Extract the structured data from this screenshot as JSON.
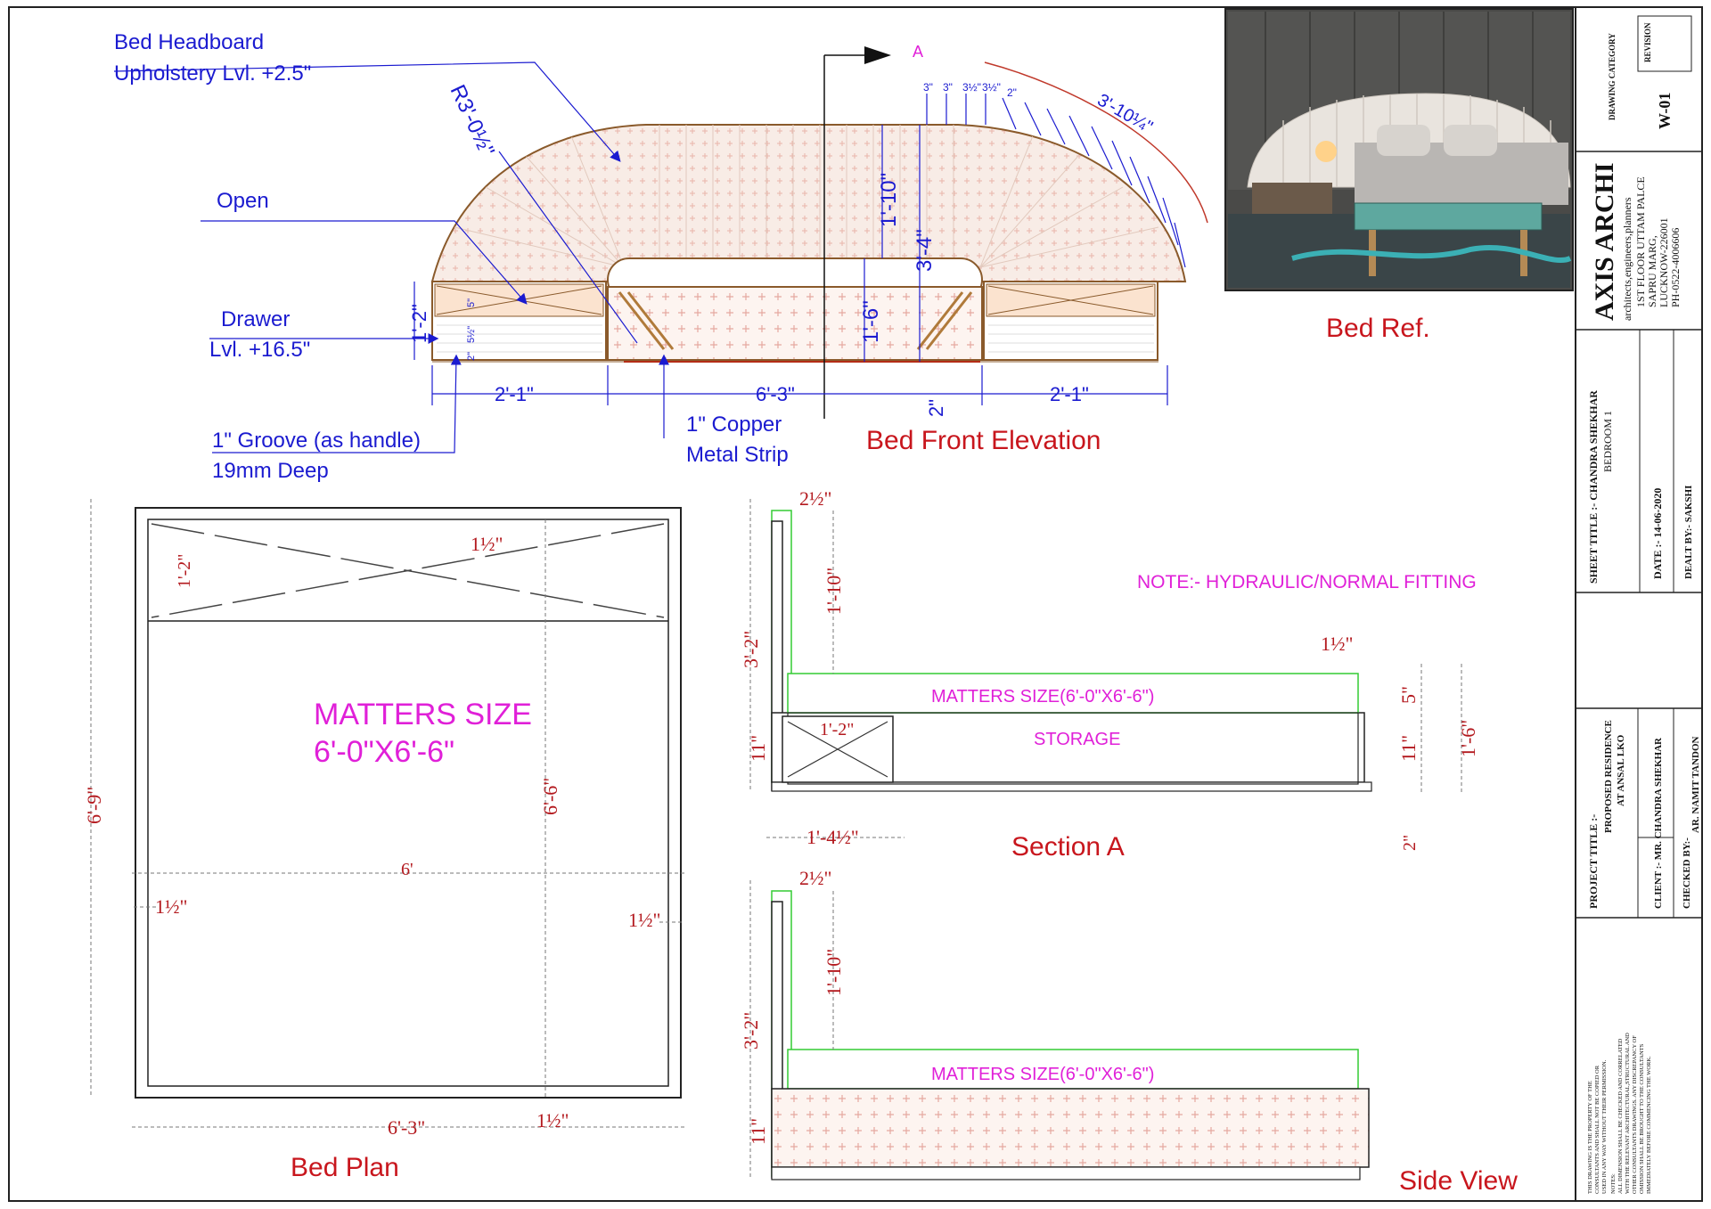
{
  "front_elevation": {
    "title": "Bed Front Elevation",
    "labels": {
      "headboard_line1": "Bed Headboard",
      "headboard_line2": "Upholstery Lvl. +2.5\"",
      "open": "Open",
      "drawer_line1": "Drawer",
      "drawer_line2": "Lvl. +16.5\"",
      "groove_line1": "1\" Groove (as handle)",
      "groove_line2": "19mm Deep",
      "copper_line1": "1\" Copper",
      "copper_line2": "Metal Strip",
      "section_marker": "A"
    },
    "dims": {
      "radius": "R3'-0½\"",
      "arc_len": "3'-10¼\"",
      "h_1_10": "1'-10\"",
      "h_3_4": "3'-4\"",
      "h_1_6": "1'-6\"",
      "h_1_2": "1'-2\"",
      "h_2": "2\"",
      "w_left": "2'-1\"",
      "w_mid": "6'-3\"",
      "w_right": "2'-1\"",
      "small_5": "5\"",
      "small_5half": "5½\"",
      "small_2": "2\"",
      "ticks_3a": "3\"",
      "ticks_3b": "3\"",
      "ticks_3half_a": "3½\"",
      "ticks_3half_b": "3½\"",
      "ticks_2": "2\""
    }
  },
  "reference": {
    "caption": "Bed Ref."
  },
  "plan": {
    "title": "Bed Plan",
    "mattress_line1": "MATTERS SIZE",
    "mattress_line2": "6'-0\"X6'-6\"",
    "dims": {
      "overall_h": "6'-9\"",
      "inner_h": "6'-6\"",
      "inner_w": "6'",
      "overall_w": "6'-3\"",
      "side_left": "1½\"",
      "side_right": "1½\"",
      "bottom": "1½\"",
      "top_gap": "1½\"",
      "storage": "1'-2\""
    }
  },
  "section_a": {
    "title": "Section A",
    "note": "NOTE:- HYDRAULIC/NORMAL FITTING",
    "mattress": "MATTERS SIZE(6'-0\"X6'-6\")",
    "storage": "STORAGE",
    "dims": {
      "top_thk": "2½\"",
      "hb": "1'-10\"",
      "overall": "3'-2\"",
      "base": "11\"",
      "drawer": "1'-2\"",
      "depth": "1'-4½\"",
      "end": "1½\"",
      "r5": "5\"",
      "r11": "11\"",
      "r16": "1'-6\"",
      "r2": "2\""
    }
  },
  "side_view": {
    "title": "Side View",
    "mattress": "MATTERS SIZE(6'-0\"X6'-6\")",
    "dims": {
      "top_thk": "2½\"",
      "hb": "1'-10\"",
      "overall": "3'-2\"",
      "base": "11\""
    }
  },
  "title_block": {
    "drawing_category_label": "DRAWING CATEGORY",
    "revision_label": "REVISION",
    "drawing_no": "W-01",
    "firm_name": "AXIS ARCHI",
    "firm_tagline": "architects,engineers,planners",
    "address_1": "1ST FLOOR UTTAM PALCE",
    "address_2": "SAPRU MARG,",
    "address_3": "LUCKNOW-226001",
    "phone": "PH-0522-4006606",
    "sheet_title": "SHEET TITLE :- CHANDRA SHEKHAR",
    "sheet_sub": "BEDROOM 1",
    "date": "DATE :-   14-06-2020",
    "dealt_by": "DEALT BY:- SAKSHI",
    "project_title": "PROJECT TITLE :-",
    "project_1": "PROPOSED RESIDENCE",
    "project_2": "AT ANSAL LKO",
    "client": "CLIENT :-   MR. CHANDRA SHEKHAR",
    "checked_by": "CHECKED BY:-",
    "checked_name": "AR. NAMIT TANDON",
    "note_1": "THIS DRAWING IS THE PROPERTY OF THE",
    "note_2": "CONSULTANTS AND SHALL NOT BE COPIED OR",
    "note_3": "USED IN ANY WAY WITHOUT THEIR PERMISSION.",
    "note_4": "NOTES:",
    "note_5": "ALL DIMENSION SHALL BE CHECKED AND CORRELATED",
    "note_6": "WITH THE RELEVANT ARCHITECTURAL,STRUCTURAL AND",
    "note_7": "OTHER CONSULTANTS DRAWINGS. ANY DISCREPANCY OF",
    "note_8": "OMISSION SHALL BE BROUGHT TO THE CONSULTANTS",
    "note_9": "IMMEDIATELY BEFORE COMMENCING THE WORK."
  },
  "colors": {
    "blue_text": "#1b1bd0",
    "red_text": "#c8161d",
    "magenta_text": "#e020d8",
    "mattress_outline": "#33cc33",
    "headboard_outline": "#8a5a2b",
    "headboard_fill": "#f7e7e0",
    "drawer_fill": "#fbe3cf"
  },
  "icons": {
    "section_arrow": "section-arrow-icon"
  }
}
